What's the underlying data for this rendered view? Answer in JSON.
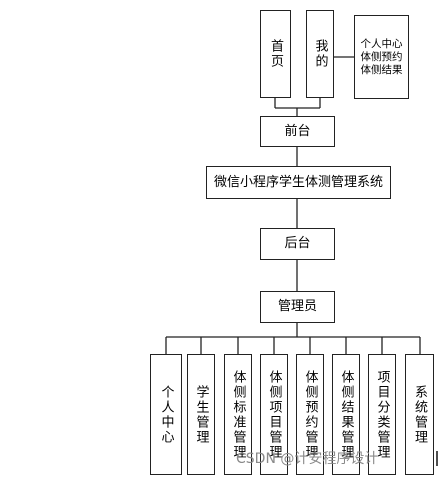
{
  "diagram": {
    "frontend": {
      "home": "首页",
      "mine": "我的",
      "mine_details": [
        "个人中心",
        "体侧预约",
        "体侧结果"
      ],
      "label": "前台"
    },
    "system": "微信小程序学生体测管理系统",
    "backend": {
      "label": "后台",
      "admin": "管理员",
      "modules": [
        "个人中心",
        "学生管理",
        "体侧标准管理",
        "体侧项目管理",
        "体侧预约管理",
        "体侧结果管理",
        "项目分类管理",
        "系统管理"
      ]
    }
  },
  "watermark": "CSDN @计安程序设计"
}
